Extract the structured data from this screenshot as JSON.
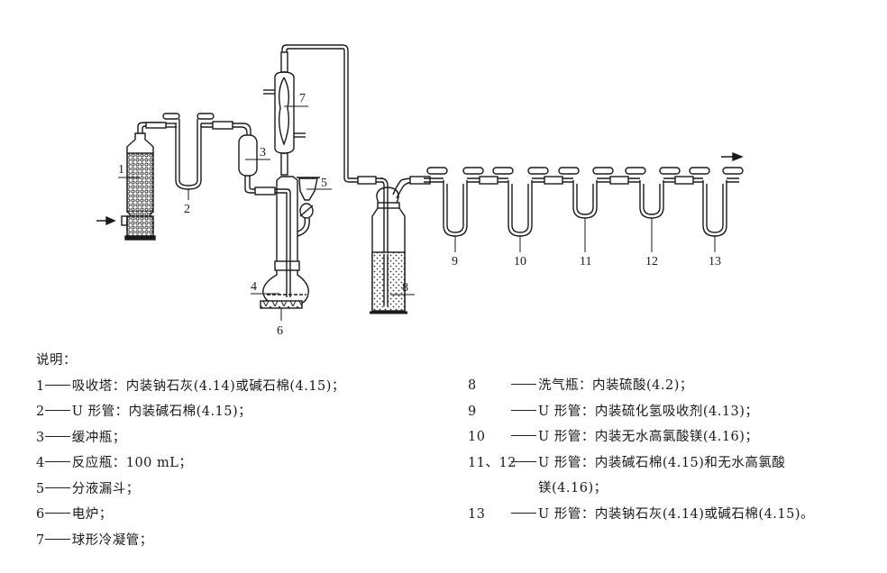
{
  "diagram": {
    "title": "Apparatus for sulfide / carbonate absorption train",
    "inlet_arrow": "inlet-arrow",
    "outlet_arrow": "outlet-arrow",
    "callouts": [
      "1",
      "2",
      "3",
      "4",
      "5",
      "6",
      "7",
      "8",
      "9",
      "10",
      "11",
      "12",
      "13"
    ]
  },
  "legend": {
    "heading": "说明：",
    "left": [
      {
        "num": "1",
        "text": "吸收塔：内装钠石灰(4.14)或碱石棉(4.15)；"
      },
      {
        "num": "2",
        "text": "U 形管：内装碱石棉(4.15)；"
      },
      {
        "num": "3",
        "text": "缓冲瓶；"
      },
      {
        "num": "4",
        "text": "反应瓶：100 mL；"
      },
      {
        "num": "5",
        "text": "分液漏斗；"
      },
      {
        "num": "6",
        "text": "电炉；"
      },
      {
        "num": "7",
        "text": "球形冷凝管；"
      }
    ],
    "right": [
      {
        "num": "8",
        "text": "洗气瓶：内装硫酸(4.2)；"
      },
      {
        "num": "9",
        "text": "U 形管：内装硫化氢吸收剂(4.13)；"
      },
      {
        "num": "10",
        "text": "U 形管：内装无水高氯酸镁(4.16)；"
      },
      {
        "num": "11、12",
        "text": "U 形管：内装碱石棉(4.15)和无水高氯酸",
        "cont": "镁(4.16)；"
      },
      {
        "num": "13",
        "text": "U 形管：内装钠石灰(4.14)或碱石棉(4.15)。"
      }
    ]
  }
}
